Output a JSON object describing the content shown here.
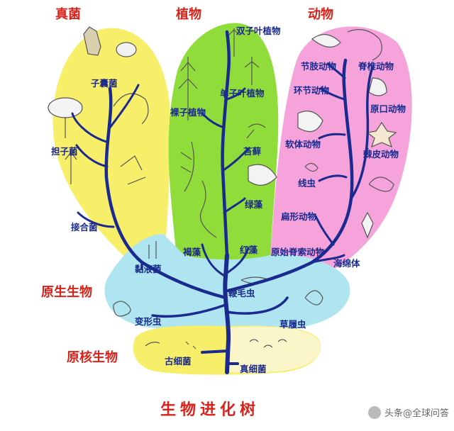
{
  "title": "生物进化树",
  "kingdoms": {
    "fungi": "真菌",
    "plants": "植物",
    "animals": "动物",
    "protists": "原生生物",
    "prokaryotes": "原核生物"
  },
  "fungi_nodes": {
    "ascomycetes": "子囊菌",
    "basidiomycetes": "担子菌",
    "zygomycetes": "接合菌"
  },
  "plant_nodes": {
    "dicots": "双子叶植物",
    "monocots": "单子叶植物",
    "gymnosperms": "裸子植物",
    "mosses": "苔藓",
    "green_algae": "绿藻",
    "brown_algae": "褐藻",
    "red_algae": "红藻"
  },
  "animal_nodes": {
    "arthropods": "节肢动物",
    "vertebrates": "脊椎动物",
    "annelids": "环节动物",
    "deuterostomes": "原口动物",
    "mollusks": "软体动物",
    "echinoderms": "棘皮动物",
    "roundworms": "线虫",
    "flatworms": "扁形动物",
    "primitive_chordates": "原始脊索动物",
    "sponges": "海绵体"
  },
  "protist_nodes": {
    "slime_molds": "黏液菌",
    "flagellates": "鞭毛虫",
    "amoeba": "变形虫",
    "paramecium": "草履虫"
  },
  "prokaryote_nodes": {
    "archaea": "古细菌",
    "eubacteria": "真细菌"
  },
  "watermark": "头条@全球问答",
  "colors": {
    "fungi": "#f7ee6a",
    "plants": "#8fdc3a",
    "animals": "#f6a3dc",
    "protists": "#aee5f0",
    "prokaryotes": "#f7ee6a",
    "branch": "#1b2a8f",
    "heading": "#d9221a",
    "label": "#1a2a8c"
  }
}
